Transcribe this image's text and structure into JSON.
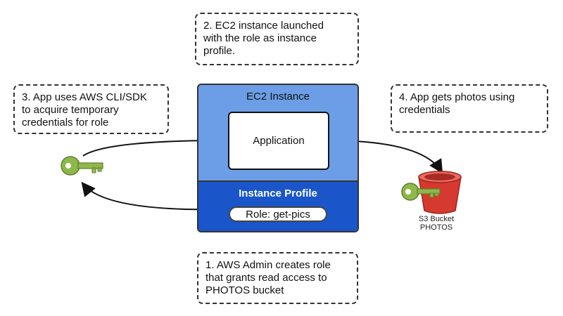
{
  "notes": {
    "step1": "1. AWS Admin creates role\nthat grants read access to\nPHOTOS bucket",
    "step2": "2. EC2 instance launched\nwith the role as instance\nprofile.",
    "step3": "3. App uses AWS CLI/SDK\nto acquire temporary\ncredentials for role",
    "step4": "4. App gets photos using\ncredentials"
  },
  "ec2": {
    "title": "EC2 Instance",
    "application_label": "Application",
    "instance_profile_title": "Instance Profile",
    "role_label": "Role: get-pics"
  },
  "s3": {
    "label_line1": "S3 Bucket",
    "label_line2": "PHOTOS"
  },
  "icons": {
    "credentials_key": "key-icon",
    "bucket_key": "key-icon",
    "bucket": "s3-bucket-icon"
  },
  "colors": {
    "ec2_fill": "#6b9ee6",
    "instance_profile_fill": "#1a56c9",
    "key_green": "#8fb84b",
    "bucket_red": "#d6392f"
  }
}
